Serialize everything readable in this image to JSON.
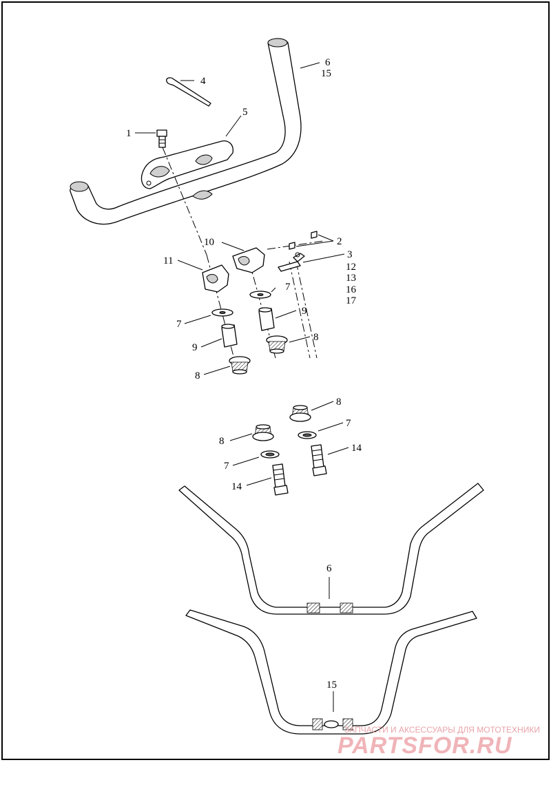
{
  "callouts": {
    "c1": "1",
    "c2": "2",
    "c3": "3",
    "c4": "4",
    "c5": "5",
    "c6a": "6",
    "c15a": "15",
    "c7a": "7",
    "c7b": "7",
    "c7c": "7",
    "c7d": "7",
    "c8a": "8",
    "c8b": "8",
    "c8c": "8",
    "c8d": "8",
    "c9a": "9",
    "c9b": "9",
    "c10": "10",
    "c11": "11",
    "c12": "12",
    "c13": "13",
    "c14a": "14",
    "c14b": "14",
    "c16": "16",
    "c17": "17",
    "c6b": "6",
    "c15b": "15"
  },
  "watermark": {
    "caption": "ЗАПЧАСТИ И АКСЕССУАРЫ ДЛЯ МОТОТЕХНИКИ",
    "logo": "PARTSFOR.RU",
    "color": "#f0b4b8"
  }
}
